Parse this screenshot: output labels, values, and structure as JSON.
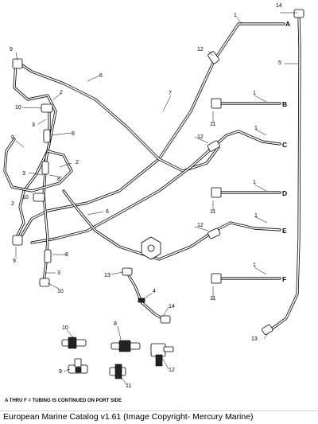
{
  "diagram": {
    "port_letters": [
      "A",
      "B",
      "C",
      "D",
      "E",
      "F"
    ],
    "callouts": {
      "c1": "1",
      "c2": "2",
      "c3": "3",
      "c4": "4",
      "c5": "5",
      "c6": "6",
      "c7": "7",
      "c8": "8",
      "c9": "9",
      "c10": "10",
      "c11": "11",
      "c12": "12",
      "c13": "13",
      "c14": "14"
    },
    "note": "A THRU F = TUBING IS CONTINUED ON PORT SIDE"
  },
  "footer": {
    "caption": "European Marine Catalog v1.61 (Image Copyright- Mercury Marine)"
  }
}
